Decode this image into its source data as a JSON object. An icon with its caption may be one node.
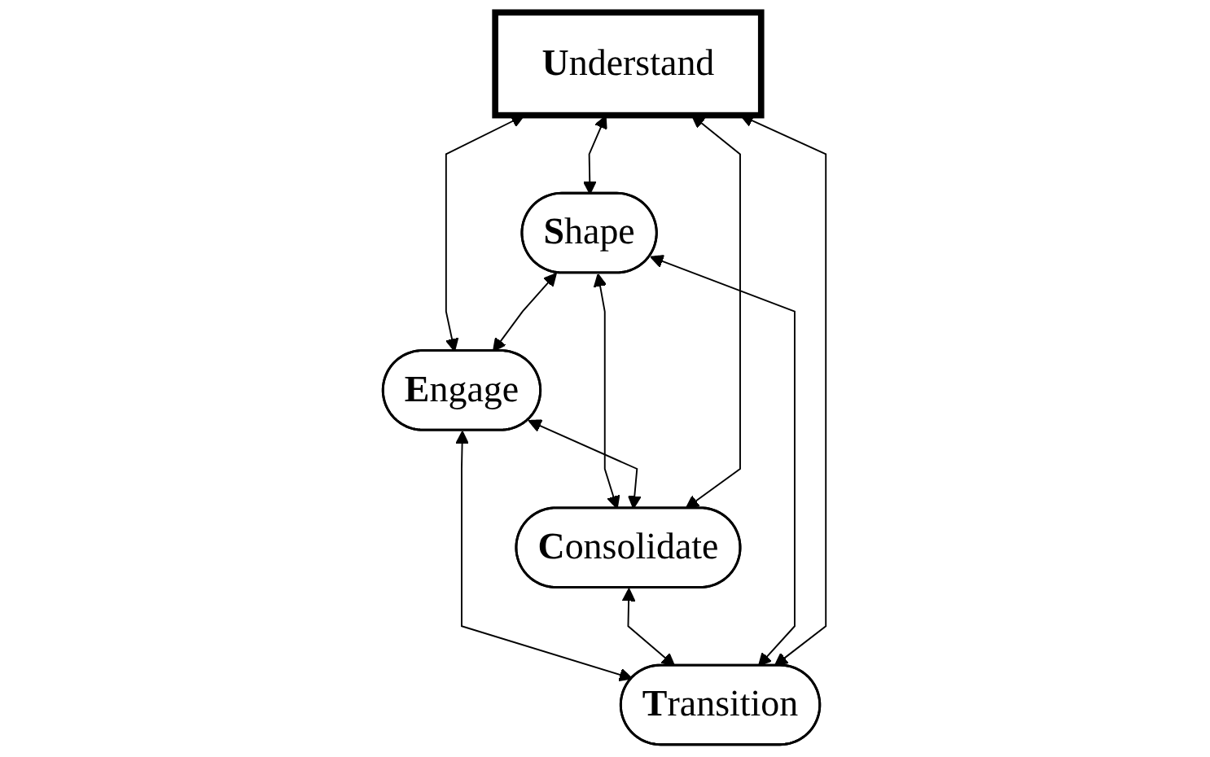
{
  "diagram": {
    "nodes": [
      {
        "text": [
          "**U**nderstand"
        ]
      },
      {
        "text": [
          "**S**hape"
        ]
      },
      {
        "text": [
          "**E**ngage"
        ]
      },
      {
        "text": [
          "**C**onsolidate"
        ]
      },
      {
        "text": [
          "**T**ransition"
        ]
      }
    ],
    "edges": [
      {
        "from": 0,
        "to": 1,
        "arrow": "both"
      },
      {
        "from": 0,
        "to": 2,
        "arrow": "both"
      },
      {
        "from": 1,
        "to": 2,
        "arrow": "both"
      },
      {
        "from": 1,
        "to": 3,
        "arrow": "both"
      },
      {
        "from": 2,
        "to": 4,
        "arrow": "both"
      },
      {
        "from": 3,
        "to": 4,
        "arrow": "both"
      },
      {
        "from": 3,
        "to": 0,
        "arrow": "both"
      },
      {
        "from": 4,
        "to": 0,
        "arrow": "both"
      },
      {
        "from": 1,
        "to": 4,
        "arrow": "both"
      },
      {
        "from": 2,
        "to": 3,
        "arrow": "both"
      }
    ]
  }
}
